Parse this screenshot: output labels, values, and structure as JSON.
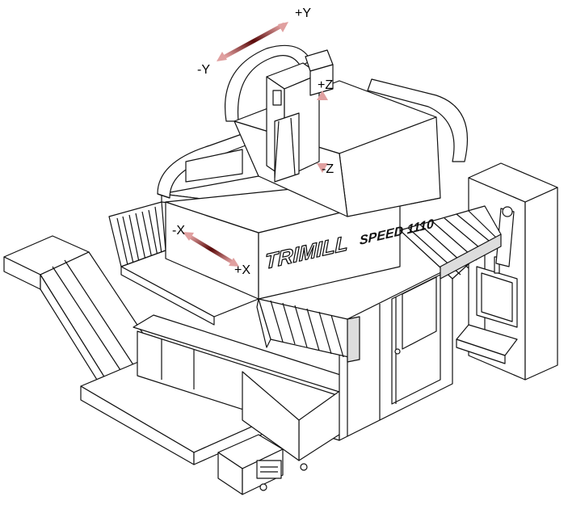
{
  "brand": {
    "name": "TRIMILL",
    "model": "SPEED 1110"
  },
  "axes": {
    "y_plus": "+Y",
    "y_minus": "-Y",
    "z_plus": "+Z",
    "z_minus": "-Z",
    "x_minus": "-X",
    "x_plus": "+X"
  },
  "colors": {
    "arrow_dark": "#3a0a0a",
    "arrow_light": "#e0a0a0",
    "line": "#111111",
    "fill": "#ffffff",
    "shade": "#d9d9d9"
  }
}
